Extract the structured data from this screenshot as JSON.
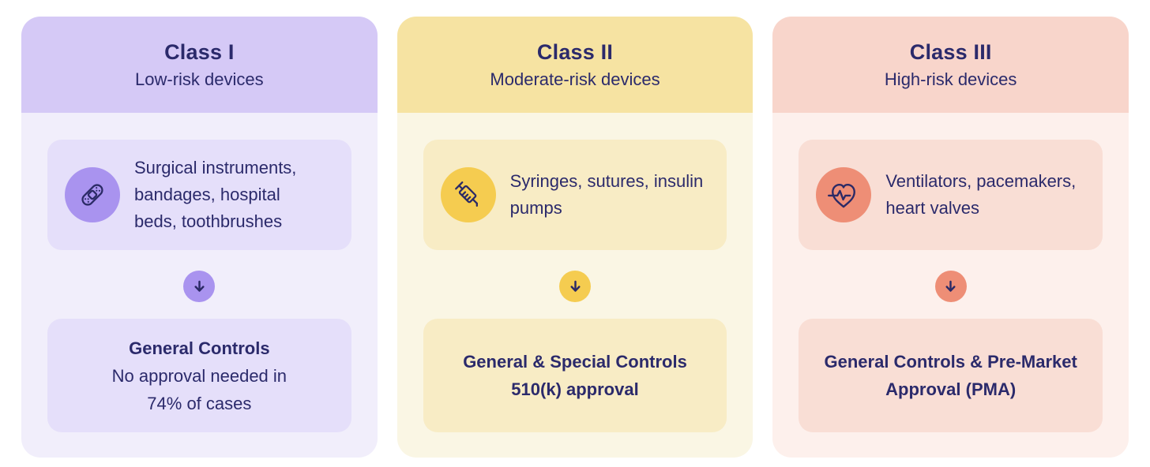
{
  "palette": {
    "page_background": "#ffffff",
    "text": "#2b2a6b",
    "icon_stroke": "#2b2a66"
  },
  "columns": [
    {
      "id": "class-1",
      "title": "Class I",
      "subtitle": "Low-risk devices",
      "icon": "bandage-icon",
      "examples": "Surgical instruments,\nbandages,  hospital\nbeds, toothbrushes",
      "controls_bold": "General Controls",
      "controls_regular": "No approval needed in\n74% of cases",
      "colors": {
        "header_bg": "#d5c9f6",
        "body_bg": "#f1eefb",
        "card_bg": "#e5dffa",
        "accent": "#a993ef"
      }
    },
    {
      "id": "class-2",
      "title": "Class II",
      "subtitle": "Moderate-risk devices",
      "icon": "syringe-icon",
      "examples": "Syringes, sutures, insulin\npumps",
      "controls_bold": "General & Special Controls\n510(k) approval",
      "controls_regular": "",
      "colors": {
        "header_bg": "#f6e3a2",
        "body_bg": "#faf6e4",
        "card_bg": "#f8ecc5",
        "accent": "#f5cc50"
      }
    },
    {
      "id": "class-3",
      "title": "Class III",
      "subtitle": "High-risk devices",
      "icon": "heart-pulse-icon",
      "examples": "Ventilators, pacemakers,\nheart valves",
      "controls_bold": "General Controls & Pre-Market\nApproval (PMA)",
      "controls_regular": "",
      "colors": {
        "header_bg": "#f8d5cb",
        "body_bg": "#fdf0ec",
        "card_bg": "#f9ded5",
        "accent": "#ee8e76"
      }
    }
  ]
}
